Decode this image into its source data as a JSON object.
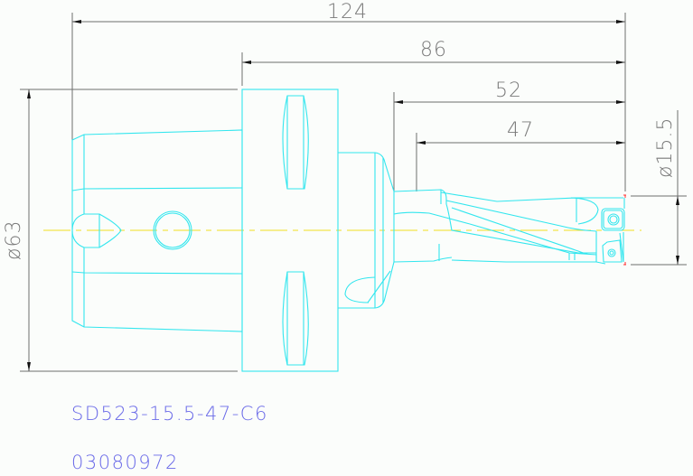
{
  "drawing": {
    "title": "SD523-15.5-47-C6",
    "part_number": "03080972",
    "colors": {
      "background": "#fbfdfb",
      "outline": "#33e6ee",
      "dimension": "#6e6e6e",
      "centerline": "#f0e020",
      "label": "#6a6ae8",
      "marker": "#ff3030"
    },
    "dimensions": {
      "overall_length": "124",
      "holder_to_tip": "86",
      "shank_to_tip": "52",
      "flute_length": "47",
      "shank_diameter": "ø63",
      "drill_diameter": "ø15.5"
    }
  }
}
